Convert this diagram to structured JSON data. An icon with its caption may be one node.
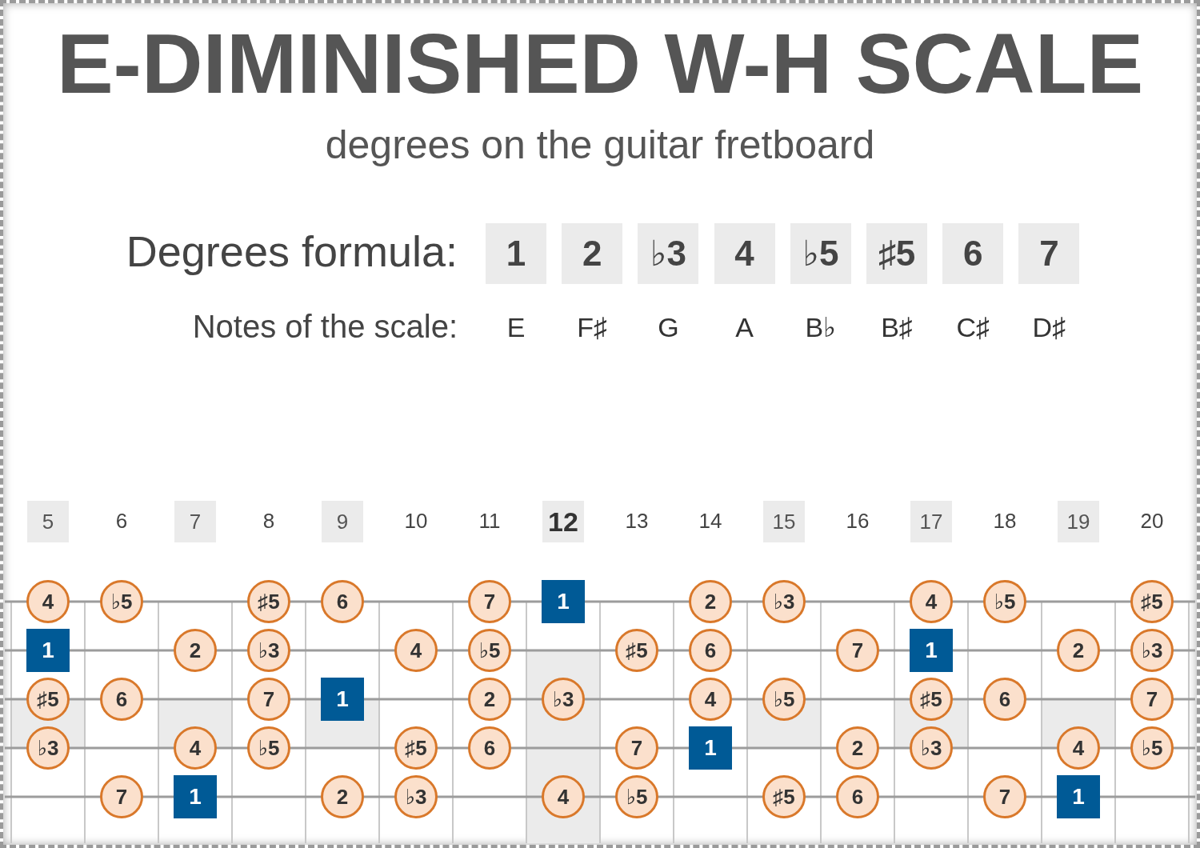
{
  "diagram": {
    "title": "E-DIMINISHED W-H SCALE",
    "nodes": [
      {
        "text": [
          "1"
        ]
      },
      {
        "text": [
          "2"
        ]
      },
      {
        "text": [
          "♭3"
        ]
      },
      {
        "text": [
          "4"
        ]
      },
      {
        "text": [
          "♭5"
        ]
      },
      {
        "text": [
          "♯5"
        ]
      },
      {
        "text": [
          "6"
        ]
      },
      {
        "text": [
          "7"
        ]
      },
      {
        "text": [
          "5"
        ]
      },
      {
        "text": [
          "7"
        ]
      },
      {
        "text": [
          "9"
        ]
      },
      {
        "text": [
          "12"
        ]
      },
      {
        "text": [
          "15"
        ]
      },
      {
        "text": [
          "17"
        ]
      },
      {
        "text": [
          "19"
        ]
      },
      {
        "text": [
          "4"
        ]
      },
      {
        "text": [
          "♭5"
        ]
      },
      {
        "text": [
          "♯5"
        ]
      },
      {
        "text": [
          "6"
        ]
      },
      {
        "text": [
          "7"
        ]
      },
      {
        "text": [
          "1"
        ]
      },
      {
        "text": [
          "2"
        ]
      },
      {
        "text": [
          "♭3"
        ]
      },
      {
        "text": [
          "4"
        ]
      },
      {
        "text": [
          "♭5"
        ]
      },
      {
        "text": [
          "♯5"
        ]
      },
      {
        "text": [
          "1"
        ]
      },
      {
        "text": [
          "2"
        ]
      },
      {
        "text": [
          "♭3"
        ]
      },
      {
        "text": [
          "4"
        ]
      },
      {
        "text": [
          "♭5"
        ]
      },
      {
        "text": [
          "♯5"
        ]
      },
      {
        "text": [
          "6"
        ]
      },
      {
        "text": [
          "7"
        ]
      },
      {
        "text": [
          "1"
        ]
      },
      {
        "text": [
          "2"
        ]
      },
      {
        "text": [
          "♭3"
        ]
      },
      {
        "text": [
          "♯5"
        ]
      },
      {
        "text": [
          "6"
        ]
      },
      {
        "text": [
          "7"
        ]
      },
      {
        "text": [
          "1"
        ]
      },
      {
        "text": [
          "2"
        ]
      },
      {
        "text": [
          "♭3"
        ]
      },
      {
        "text": [
          "4"
        ]
      },
      {
        "text": [
          "♭5"
        ]
      },
      {
        "text": [
          "♯5"
        ]
      },
      {
        "text": [
          "6"
        ]
      },
      {
        "text": [
          "7"
        ]
      },
      {
        "text": [
          "♭3"
        ]
      },
      {
        "text": [
          "4"
        ]
      },
      {
        "text": [
          "♭5"
        ]
      },
      {
        "text": [
          "♯5"
        ]
      },
      {
        "text": [
          "6"
        ]
      },
      {
        "text": [
          "7"
        ]
      },
      {
        "text": [
          "1"
        ]
      },
      {
        "text": [
          "2"
        ]
      },
      {
        "text": [
          "♭3"
        ]
      },
      {
        "text": [
          "4"
        ]
      },
      {
        "text": [
          "♭5"
        ]
      },
      {
        "text": [
          "7"
        ]
      },
      {
        "text": [
          "1"
        ]
      },
      {
        "text": [
          "2"
        ]
      },
      {
        "text": [
          "♭3"
        ]
      },
      {
        "text": [
          "4"
        ]
      },
      {
        "text": [
          "♭5"
        ]
      },
      {
        "text": [
          "♯5"
        ]
      },
      {
        "text": [
          "6"
        ]
      },
      {
        "text": [
          "7"
        ]
      },
      {
        "text": [
          "1"
        ]
      }
    ],
    "labels": [
      "degrees on the guitar fretboard",
      "Degrees formula:",
      "Notes of the scale:",
      "E",
      "F♯",
      "G",
      "A",
      "B♭",
      "B♯",
      "C♯",
      "D♯",
      "6",
      "8",
      "10",
      "11",
      "13",
      "14",
      "16",
      "18",
      "20"
    ]
  }
}
